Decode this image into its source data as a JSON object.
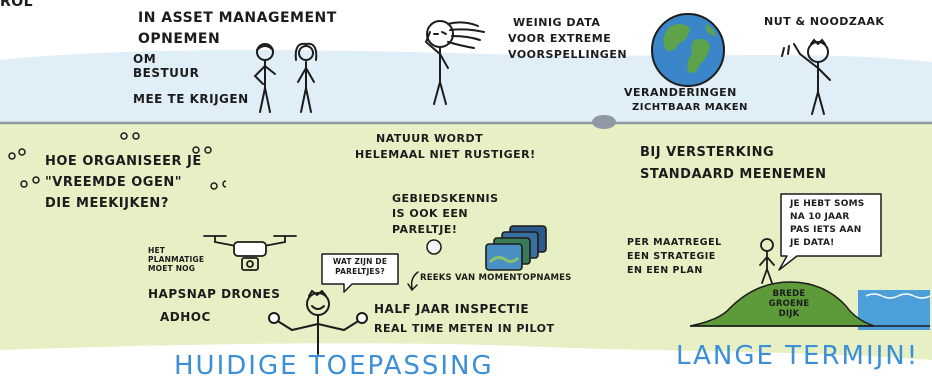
{
  "top_left": {
    "fragment": "ROL"
  },
  "top": {
    "asset": [
      "IN ASSET MANAGEMENT",
      "OPNEMEN",
      "OM",
      "BESTUUR",
      "MEE TE KRIJGEN"
    ],
    "nature": [
      "NATUUR WORDT",
      "HELEMAAL NIET RUSTIGER!"
    ],
    "data": [
      "WEINIG DATA",
      "VOOR EXTREME",
      "VOORSPELLINGEN"
    ],
    "changes": [
      "VERANDERINGEN",
      "ZICHTBAAR MAKEN"
    ],
    "need": "NUT & NOODZAAK"
  },
  "bottom": {
    "organise": [
      "HOE ORGANISEER JE",
      "\"VREEMDE OGEN\"",
      "DIE MEEKIJKEN?"
    ],
    "planning_note": [
      "HET",
      "PLANMATIGE",
      "MOET NOG"
    ],
    "drones": [
      "HAPSNAP DRONES",
      "ADHOC"
    ],
    "local": [
      "GEBIEDSKENNIS",
      "IS OOK EEN",
      "PARELTJE!"
    ],
    "pearls_bubble": [
      "WAT ZIJN DE",
      "PARELTJES?"
    ],
    "snapshots": "REEKS VAN MOMENTOPNAMES",
    "inspection": [
      "HALF JAAR INSPECTIE",
      "REAL TIME METEN IN PILOT"
    ],
    "current_title": "HUIDIGE TOEPASSING",
    "reinforce": [
      "BIJ VERSTERKING",
      "STANDAARD MEENEMEN"
    ],
    "measure": [
      "PER MAATREGEL",
      "EEN STRATEGIE",
      "EN EEN PLAN"
    ],
    "data_bubble": [
      "JE HEBT SOMS",
      "NA 10 JAAR",
      "PAS IETS AAN",
      "JE DATA!"
    ],
    "dike_label": [
      "BREDE",
      "GROENE",
      "DIJK"
    ],
    "long_title": "LANGE TERMIJN!"
  },
  "colors": {
    "sky": "#dfeef7",
    "grass": "#e6f0c4",
    "horizon": "#8f98a3",
    "accent_blue": "#3c8fd6",
    "water": "#4c9fd8",
    "dike": "#5d9b3a",
    "ink": "#1c1c1c"
  },
  "icons": [
    "person-icon",
    "person-hair-icon",
    "windy-head-person-icon",
    "earth-globe-icon",
    "waving-person-icon",
    "drone-icon",
    "pearl-icon",
    "tablet-stack-icon",
    "juggling-person-icon",
    "standing-person-icon",
    "dike-icon",
    "water-icon"
  ]
}
